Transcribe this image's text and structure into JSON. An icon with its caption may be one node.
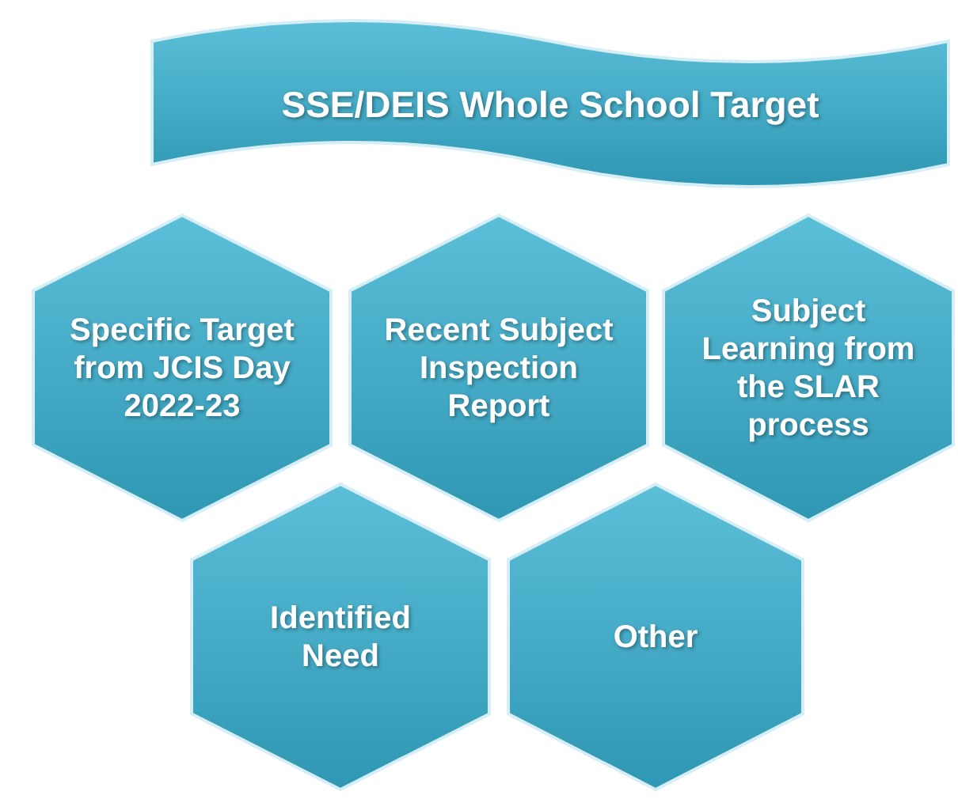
{
  "diagram": {
    "nodes": [
      {
        "text": [
          "SSE/DEIS Whole School Target"
        ]
      },
      {
        "text": [
          "Specific Target from JCIS Day 2022-23"
        ]
      },
      {
        "text": [
          "Recent Subject Inspection Report"
        ]
      },
      {
        "text": [
          "Subject Learning from the SLAR process"
        ]
      },
      {
        "text": [
          "Identified Need"
        ]
      },
      {
        "text": [
          "Other"
        ]
      }
    ]
  }
}
